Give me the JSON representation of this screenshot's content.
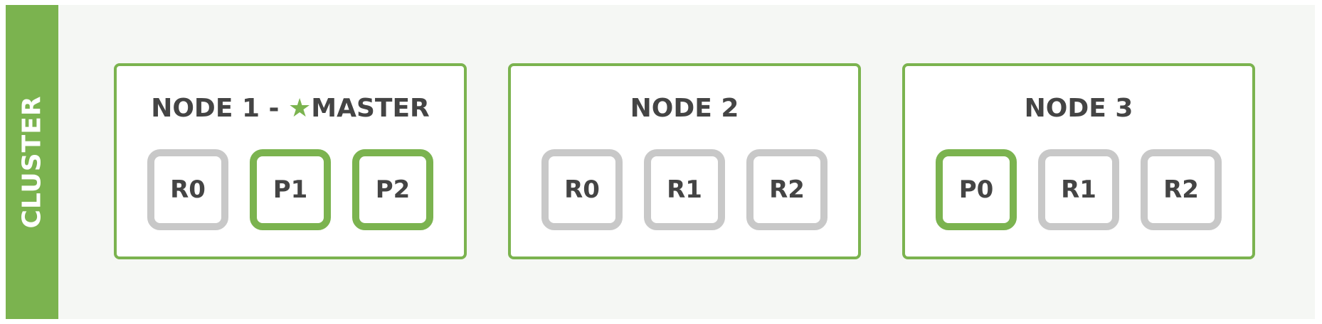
{
  "cluster": {
    "label": "CLUSTER",
    "accent_color": "#7bb34f",
    "replica_color": "#c8c8c8"
  },
  "nodes": [
    {
      "title_prefix": "NODE 1 -",
      "title_icon": "star-icon",
      "title_suffix": "MASTER",
      "shards": [
        {
          "label": "R0",
          "type": "replica"
        },
        {
          "label": "P1",
          "type": "primary"
        },
        {
          "label": "P2",
          "type": "primary"
        }
      ]
    },
    {
      "title": "NODE 2",
      "shards": [
        {
          "label": "R0",
          "type": "replica"
        },
        {
          "label": "R1",
          "type": "replica"
        },
        {
          "label": "R2",
          "type": "replica"
        }
      ]
    },
    {
      "title": "NODE 3",
      "shards": [
        {
          "label": "P0",
          "type": "primary"
        },
        {
          "label": "R1",
          "type": "replica"
        },
        {
          "label": "R2",
          "type": "replica"
        }
      ]
    }
  ]
}
